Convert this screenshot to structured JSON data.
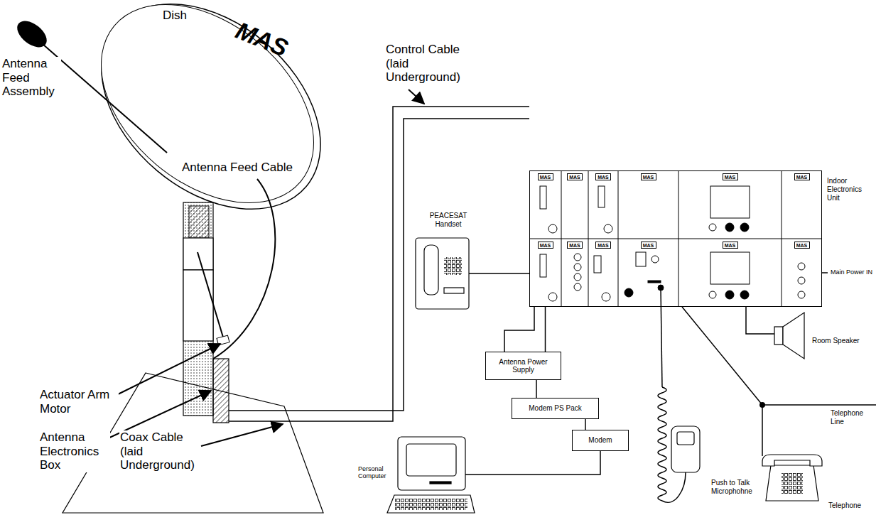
{
  "diagram": {
    "nodes": [
      {
        "text": [
          "Indoor Electronics Unit"
        ]
      },
      {
        "text": [
          "Antenna Power Supply"
        ]
      },
      {
        "text": [
          "Modem PS Pack"
        ]
      },
      {
        "text": [
          "Modem"
        ]
      }
    ],
    "edges": [
      {
        "from": 0,
        "to": 1,
        "arrow": "none"
      },
      {
        "from": 1,
        "to": 2,
        "arrow": "none"
      },
      {
        "from": 2,
        "to": 3,
        "arrow": "none"
      }
    ],
    "labels": [
      "Dish",
      "MAS",
      "Antenna Feed Assembly",
      "Antenna Feed Cable",
      "Actuator Arm Motor",
      "Antenna Electronics Box",
      "Coax Cable (laid Underground)",
      "Control Cable (laid Underground)",
      "PEACESAT Handset",
      "Personal Computer",
      "Push to Talk Microphohne",
      "Room Speaker",
      "Main Power IN",
      "Telephone Line",
      "Telephone",
      "MAS",
      "MAS",
      "MAS",
      "MAS",
      "MAS",
      "MAS",
      "MAS",
      "MAS",
      "MAS",
      "MAS",
      "MAS",
      "MAS"
    ]
  }
}
